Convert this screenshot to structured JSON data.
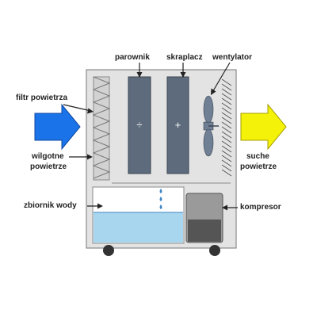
{
  "labels": {
    "parownik": "parownik",
    "skraplacz": "skraplacz",
    "wentylator": "wentylator",
    "filtr": "filtr powietrza",
    "wilgotne": [
      "wilgotne",
      "powietrze"
    ],
    "suche": [
      "suche",
      "powietrze"
    ],
    "zbiornik": "zbiornik wody",
    "kompresor": "kompresor"
  },
  "symbols": {
    "evaporator": "÷",
    "condenser": "+"
  },
  "colors": {
    "housing": "#e3e3e3",
    "housing_border": "#8a8a8a",
    "coil": "#5d6b7c",
    "coil_border": "#3a4552",
    "humid_air_arrow": "#1a73e8",
    "dry_air_arrow": "#f5f20a",
    "water": "#a8d6ef",
    "water_line": "#3f86c2",
    "fan": "#6f7f94",
    "compressor": "#555555",
    "compressor_top": "#9a9a9a"
  }
}
